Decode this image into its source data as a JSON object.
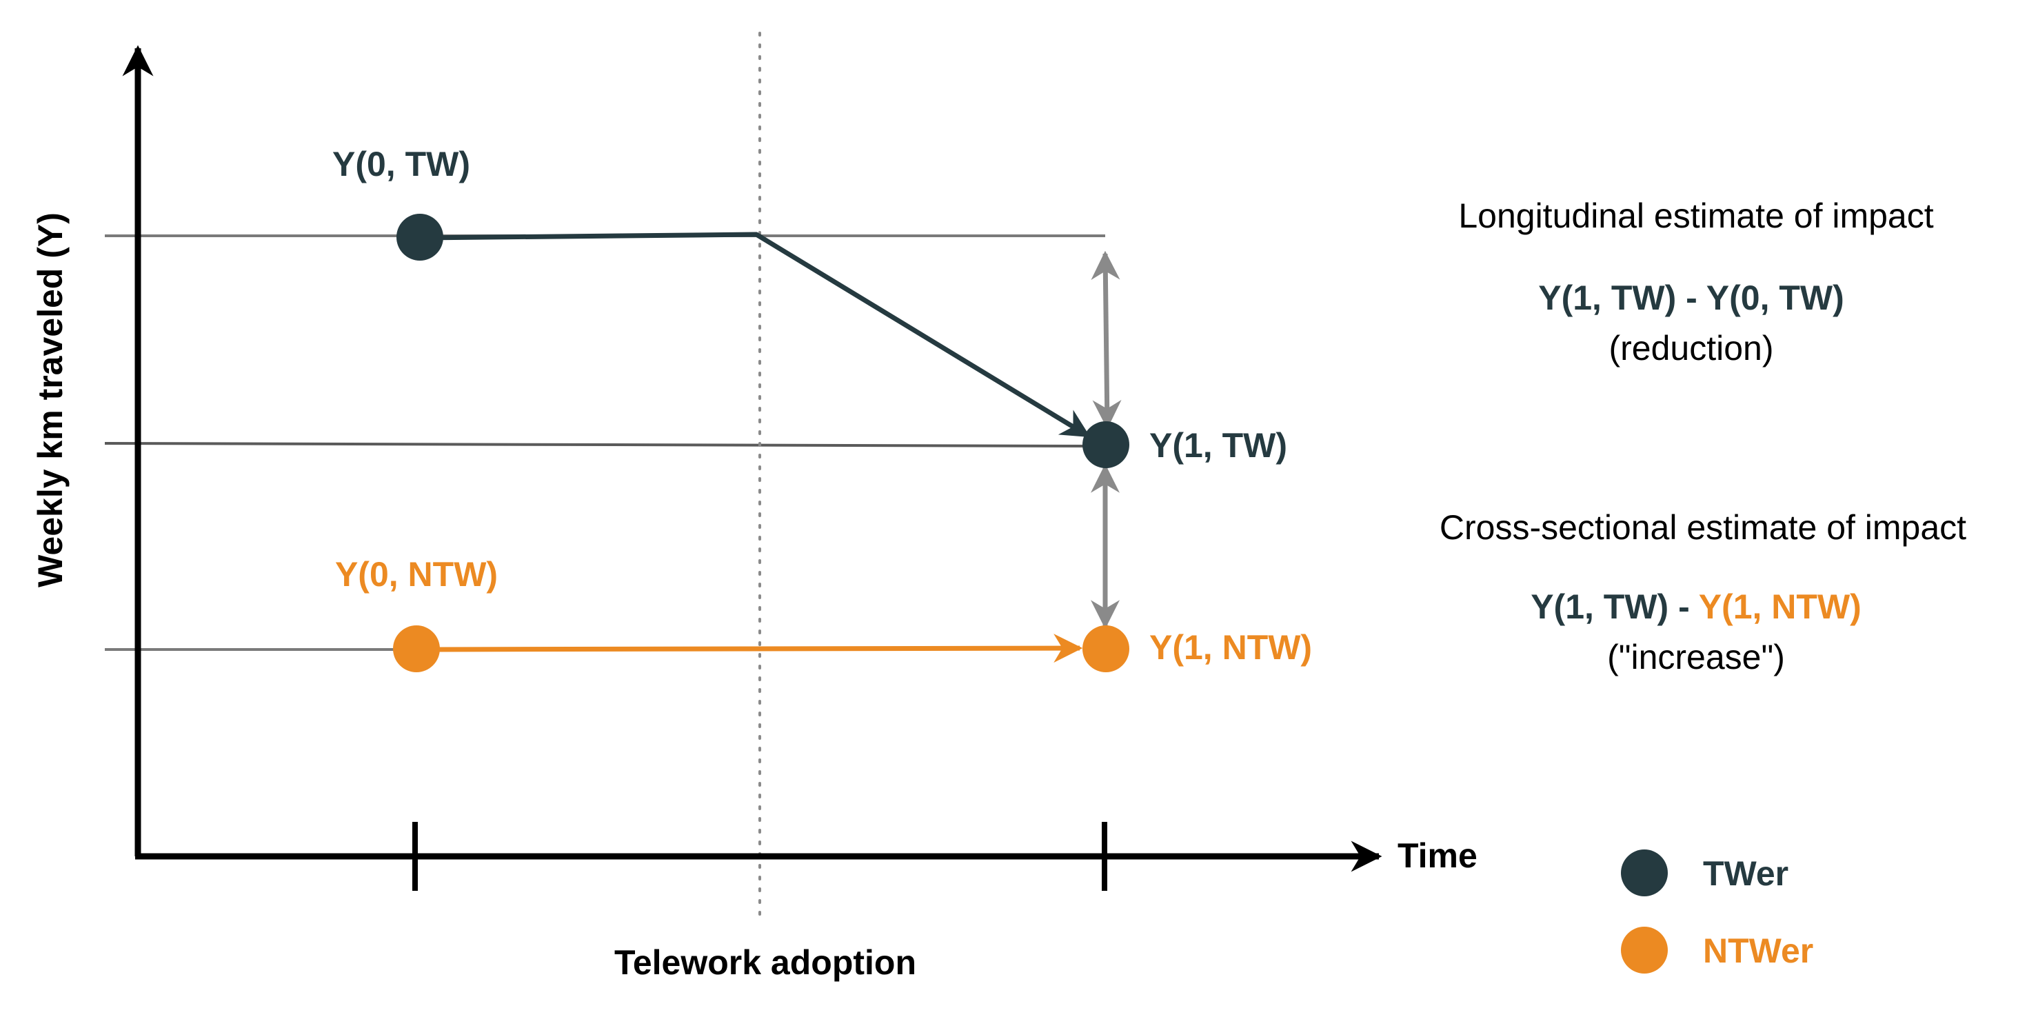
{
  "colors": {
    "twer": "#253a40",
    "ntwer": "#ec8a22",
    "axis": "#000000",
    "grid": "#7a7a7a",
    "arrow": "#8a8a8a",
    "text": "#000000"
  },
  "axes": {
    "y_label": "Weekly km traveled (Y)",
    "x_label": "Time",
    "event_label": "Telework adoption"
  },
  "points": {
    "y0_tw": "Y(0, TW)",
    "y1_tw": "Y(1, TW)",
    "y0_ntw": "Y(0, NTW)",
    "y1_ntw": "Y(1, NTW)"
  },
  "longitudinal": {
    "title": "Longitudinal estimate of impact",
    "formula_a": "Y(1, TW)",
    "formula_sep": " - ",
    "formula_b": "Y(0, TW)",
    "note": "(reduction)"
  },
  "cross_sectional": {
    "title": "Cross-sectional estimate of impact",
    "formula_a": "Y(1, TW)",
    "formula_sep": " - ",
    "formula_b": "Y(1, NTW)",
    "note": "(\"increase\")"
  },
  "legend": [
    {
      "label": "TWer",
      "color_key": "twer"
    },
    {
      "label": "NTWer",
      "color_key": "ntwer"
    }
  ]
}
